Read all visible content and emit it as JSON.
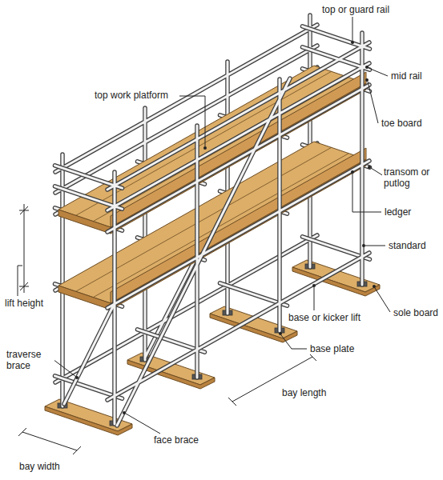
{
  "diagram": {
    "labels": [
      "top or guard rail",
      "mid rail",
      "toe board",
      "transom or putlog",
      "ledger",
      "standard",
      "sole board",
      "base or kicker lift",
      "base plate",
      "top work platform",
      "lift height",
      "traverse brace",
      "face brace",
      "bay width",
      "bay length"
    ]
  }
}
